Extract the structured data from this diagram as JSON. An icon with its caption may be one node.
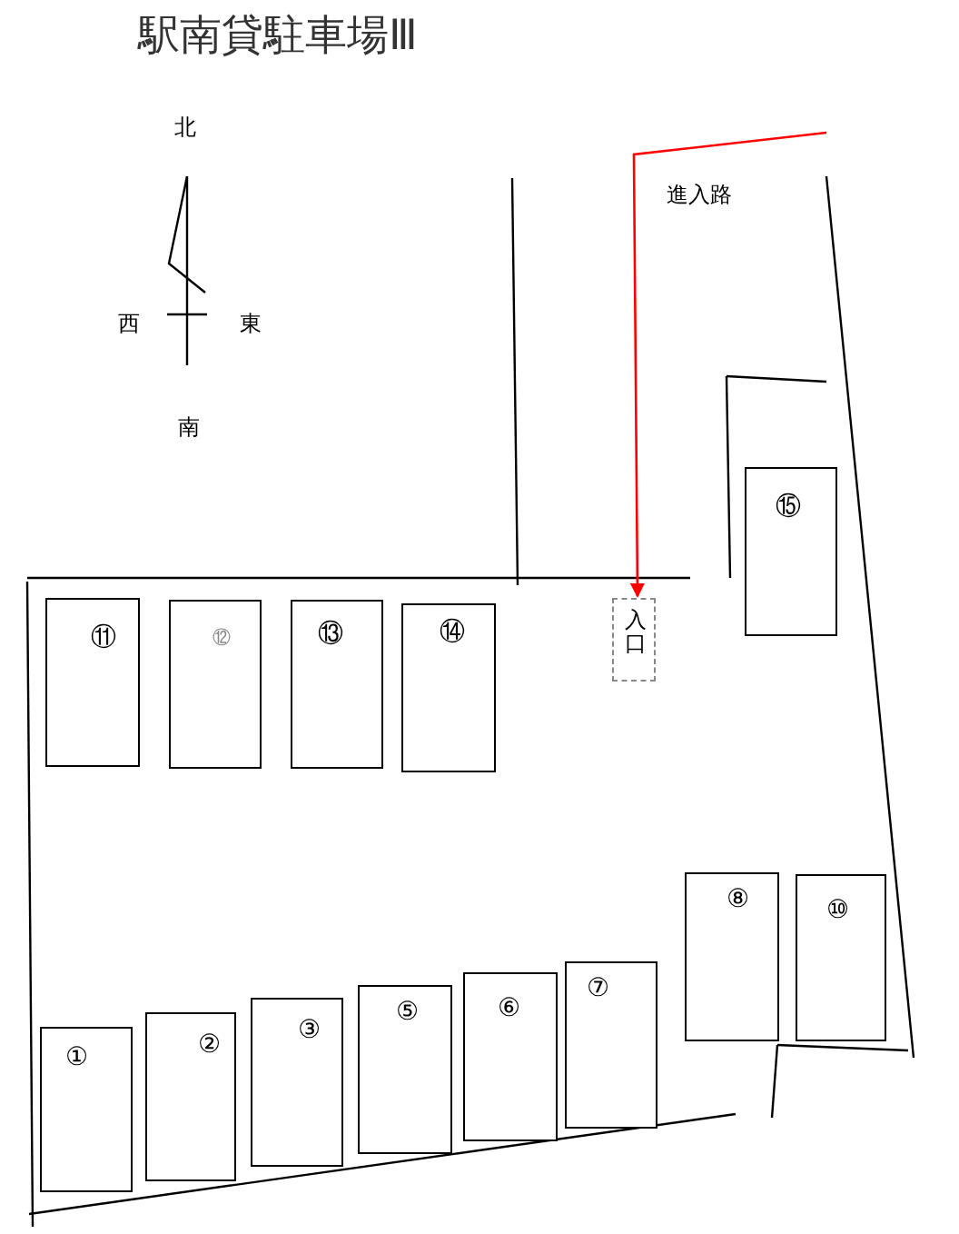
{
  "diagram": {
    "title": "駅南貸駐車場Ⅲ",
    "nodes": [
      {
        "text": [
          "⑪"
        ]
      },
      {
        "text": [
          "⑫"
        ]
      },
      {
        "text": [
          "⑬"
        ]
      },
      {
        "text": [
          "⑭"
        ]
      },
      {
        "text": [
          "入口"
        ]
      },
      {
        "text": [
          "⑮"
        ]
      },
      {
        "text": [
          "⑧"
        ]
      },
      {
        "text": [
          "⑩"
        ]
      },
      {
        "text": [
          "①"
        ]
      },
      {
        "text": [
          "②"
        ]
      },
      {
        "text": [
          "③"
        ]
      },
      {
        "text": [
          "⑤"
        ]
      },
      {
        "text": [
          "⑥"
        ]
      },
      {
        "text": [
          "⑦"
        ]
      }
    ],
    "edges": [
      {
        "from": null,
        "to": 4,
        "arrow": "to",
        "color": "#ff0000"
      }
    ],
    "labels": [
      "北",
      "西",
      "東",
      "南",
      "進入路"
    ]
  }
}
